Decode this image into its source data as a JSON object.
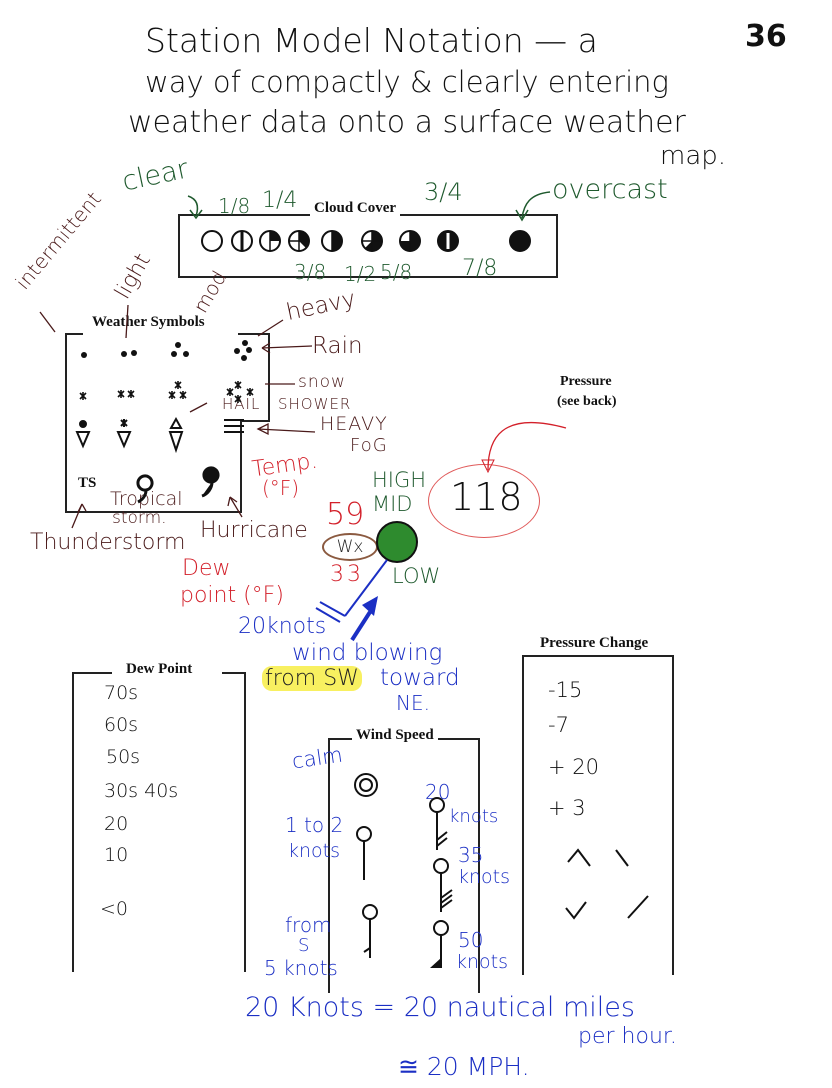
{
  "page_number": "36",
  "title": {
    "line1": "Station Model Notation — a",
    "line2": "way of compactly & clearly entering",
    "line3": "weather data onto a surface weather",
    "line4": "map."
  },
  "cloud_cover": {
    "heading": "Cloud Cover",
    "clear_label": "clear",
    "overcast_label": "overcast",
    "fractions_top": [
      "1/8",
      "1/4",
      "3/4"
    ],
    "fractions_bottom": [
      "3/8",
      "1/2",
      "5/8",
      "7/8"
    ],
    "symbols": [
      0,
      0.125,
      0.25,
      0.375,
      0.5,
      0.625,
      0.75,
      0.875,
      1
    ]
  },
  "weather_symbols": {
    "heading": "Weather Symbols",
    "intensity_labels": [
      "intermittent",
      "light",
      "mod",
      "heavy"
    ],
    "rain": "Rain",
    "snow": "snow",
    "hail": "HAIL",
    "shower": "SHOWER",
    "heavy_fog": [
      "HEAVY",
      "FoG"
    ],
    "tropical_storm": [
      "Tropical",
      "storm."
    ],
    "thunderstorm": "Thunderstorm",
    "hurricane": "Hurricane",
    "thunderstorm_symbol": "TS"
  },
  "station_model": {
    "temp_label": [
      "Temp.",
      "(°F)"
    ],
    "temperature": "59",
    "weather": "Wx",
    "dew_point": "33",
    "dew_label": [
      "Dew",
      "point (°F)"
    ],
    "clouds": [
      "HIGH",
      "MID",
      "LOW"
    ],
    "pressure": "118",
    "pressure_label": [
      "Pressure",
      "(see back)"
    ],
    "wind_speed": "20knots",
    "wind_note": [
      "wind blowing",
      "from SW",
      "toward",
      "NE."
    ],
    "cloud_color": "#2e8b2e"
  },
  "dew_point_table": {
    "heading": "Dew Point",
    "values": [
      "70s",
      "60s",
      "50s",
      "30s 40s",
      "20",
      "10",
      "<0"
    ]
  },
  "wind_speed_table": {
    "heading": "Wind Speed",
    "labels": {
      "calm": "calm",
      "one_two": [
        "1 to 2",
        "knots"
      ],
      "five": [
        "from",
        "S",
        "5 knots"
      ],
      "twenty": [
        "20",
        "knots"
      ],
      "thirty_five": [
        "35",
        "knots"
      ],
      "fifty": [
        "50",
        "knots"
      ]
    }
  },
  "pressure_change": {
    "heading": "Pressure Change",
    "values": [
      "-15",
      "-7",
      "+ 20",
      "+ 3"
    ]
  },
  "footer": {
    "line1": "20 Knots = 20 nautical miles",
    "line2": "per hour.",
    "line3": "≅ 20 MPH."
  }
}
